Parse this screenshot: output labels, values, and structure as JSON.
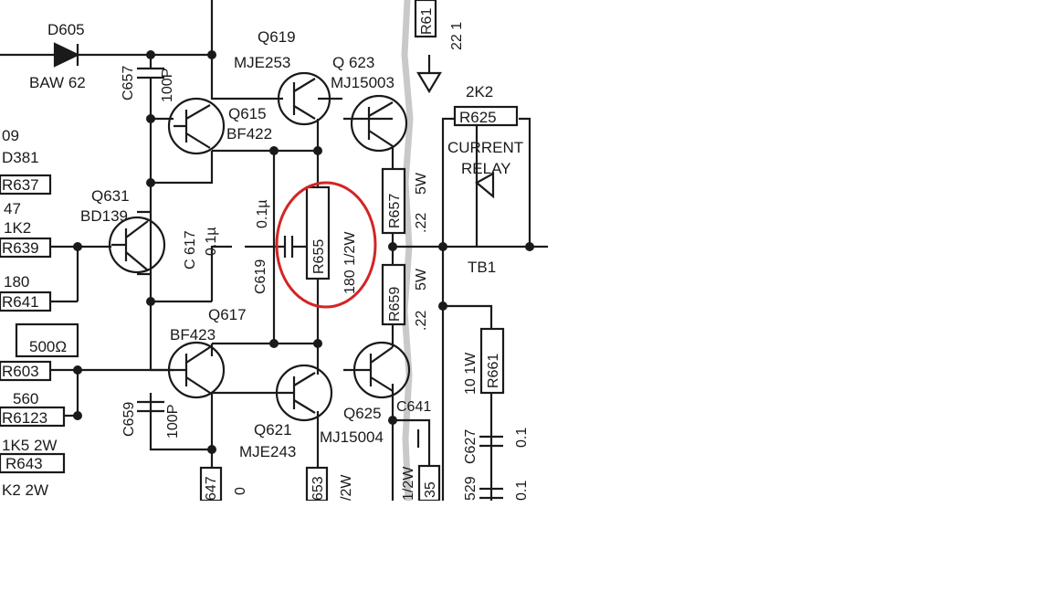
{
  "highlight_color": "#d42424",
  "components": {
    "d605": {
      "ref": "D605",
      "value": "BAW 62"
    },
    "c657": {
      "ref": "C657",
      "value": "100P"
    },
    "q619": {
      "ref": "Q619",
      "value": "MJE253"
    },
    "q623": {
      "ref": "Q 623",
      "value": "MJ15003"
    },
    "r61x": {
      "ref": "R61"
    },
    "r61x_value": "22 1",
    "r625": {
      "ref": "R625",
      "value": "2K2"
    },
    "relay": {
      "line1": "CURRENT",
      "line2": "RELAY"
    },
    "tb1": "TB1",
    "q615": {
      "ref": "Q615",
      "value": "BF422"
    },
    "q609_partial": {
      "ref": "09",
      "value": "D381"
    },
    "r637": "R637",
    "r47_value": "47",
    "q631": {
      "ref": "Q631",
      "value": "BD139"
    },
    "c617": {
      "ref": "C 617",
      "value": "0.1µ"
    },
    "c619": {
      "ref": "C619",
      "value": "0.1µ"
    },
    "r655": {
      "ref": "R655",
      "value": "180 1/2W"
    },
    "r657": {
      "ref": "R657",
      "value": ".22",
      "power": "5W"
    },
    "r659": {
      "ref": "R659",
      "value": ".22",
      "power": "5W"
    },
    "r639": {
      "ref": "R639",
      "value": "1K2"
    },
    "r641": {
      "ref": "R641",
      "value": "180"
    },
    "q617": {
      "ref": "Q617",
      "value": "BF423"
    },
    "pot": {
      "value": "500Ω"
    },
    "r603": "R603",
    "c659": {
      "ref": "C659",
      "value": "100P"
    },
    "r6123": {
      "ref": "R6123",
      "value": "560"
    },
    "r643": {
      "ref": "R643",
      "value": "1K5 2W"
    },
    "r_bottom_left_value": "K2  2W",
    "q621": {
      "ref": "Q621",
      "value": "MJE243"
    },
    "q625": {
      "ref": "Q625",
      "value": "MJ15004"
    },
    "c641": "C641",
    "r661": {
      "ref": "R661",
      "value": "10 1W"
    },
    "c627": {
      "ref": "C627",
      "value": "0.1"
    },
    "c629": {
      "ref": "529",
      "value": "0.1"
    },
    "bottom_partial": {
      "r647": "647",
      "zero": "0",
      "r653": "653",
      "w12": "/2W",
      "r635": "35",
      "w12b": "1/2W"
    }
  }
}
